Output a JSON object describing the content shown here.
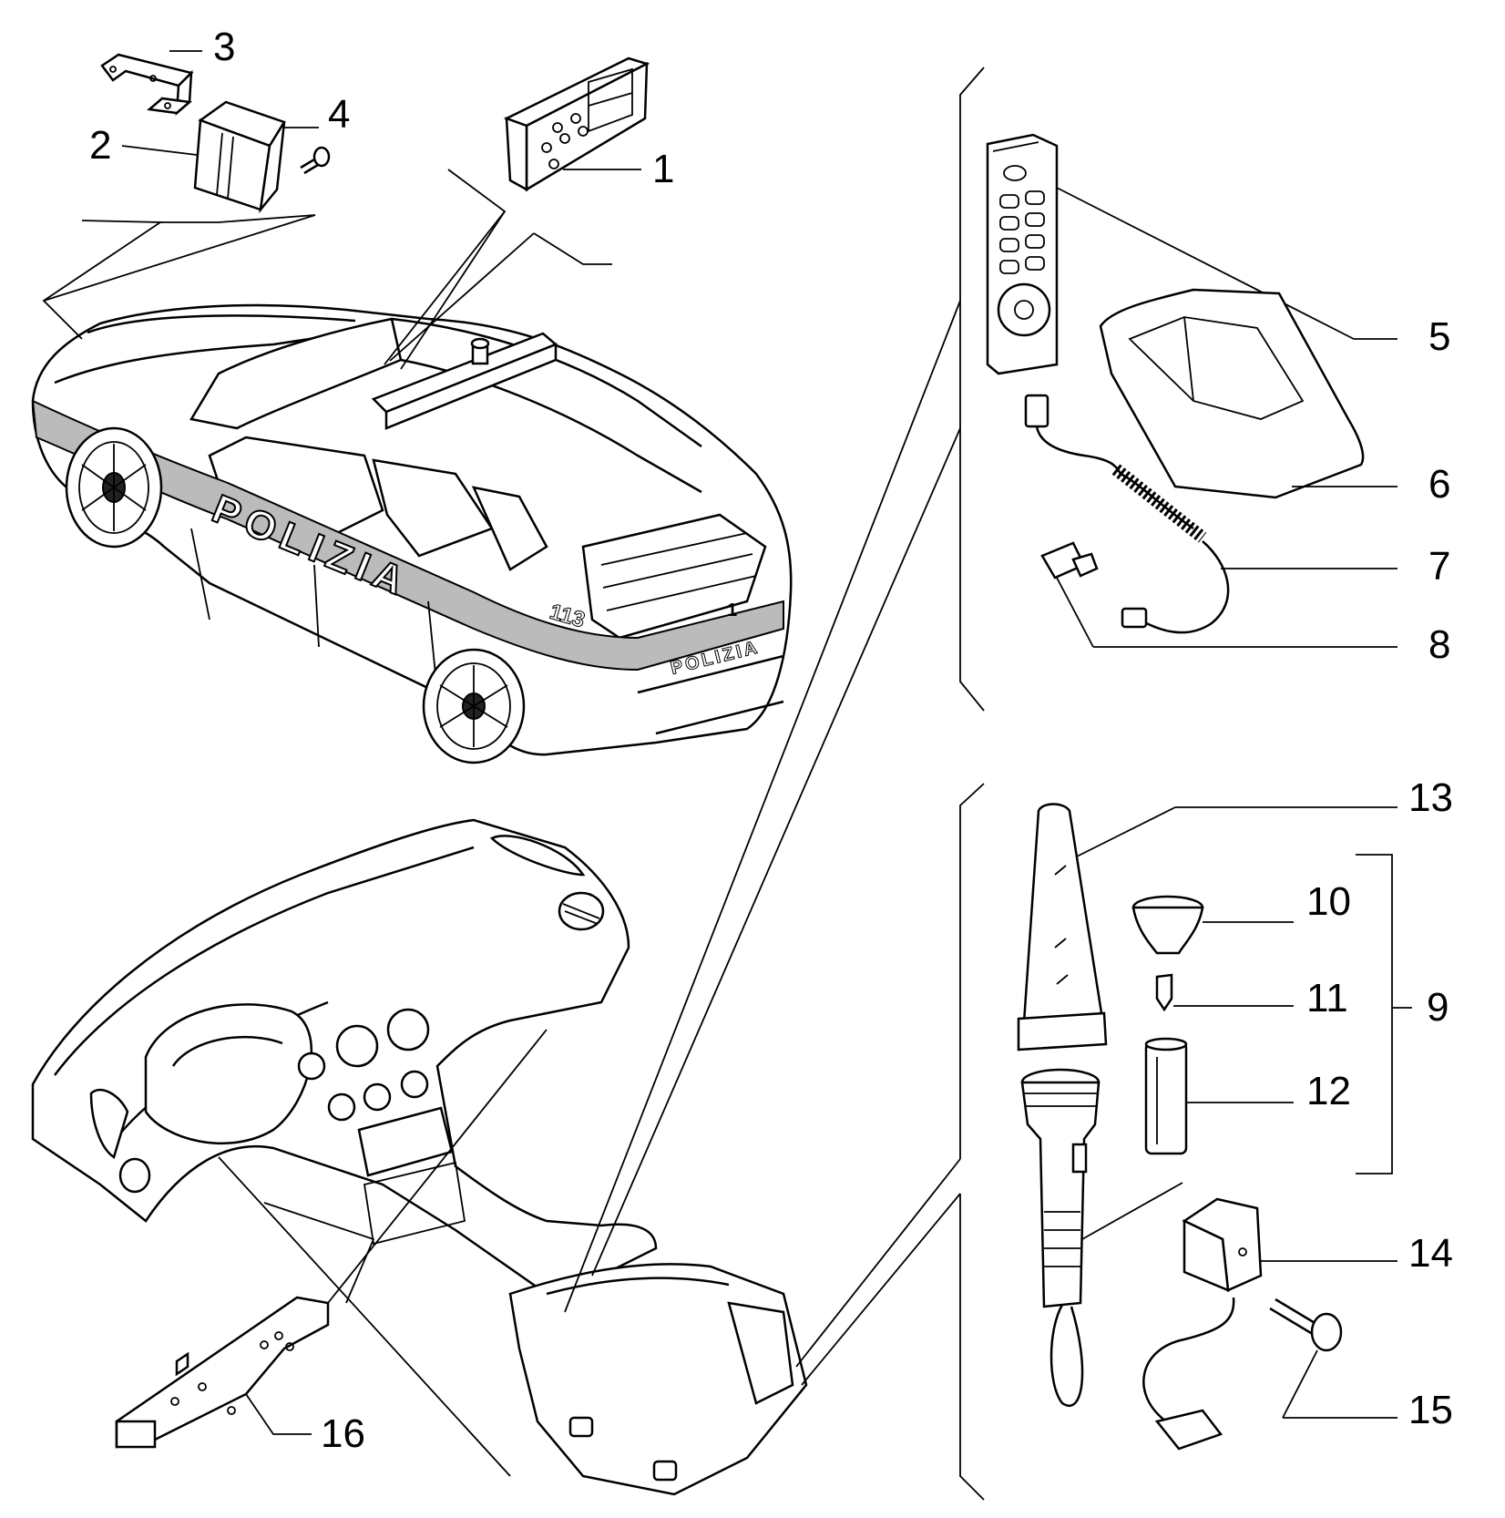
{
  "car": {
    "door_text": "POLIZIA",
    "rear_text": "POLIZIA",
    "unit_number": "113",
    "rear_badge": "1"
  },
  "callouts": [
    {
      "id": "1",
      "label": "1"
    },
    {
      "id": "2",
      "label": "2"
    },
    {
      "id": "3",
      "label": "3"
    },
    {
      "id": "4",
      "label": "4"
    },
    {
      "id": "5",
      "label": "5"
    },
    {
      "id": "6",
      "label": "6"
    },
    {
      "id": "7",
      "label": "7"
    },
    {
      "id": "8",
      "label": "8"
    },
    {
      "id": "9",
      "label": "9"
    },
    {
      "id": "10",
      "label": "10"
    },
    {
      "id": "11",
      "label": "11"
    },
    {
      "id": "12",
      "label": "12"
    },
    {
      "id": "13",
      "label": "13"
    },
    {
      "id": "14",
      "label": "14"
    },
    {
      "id": "15",
      "label": "15"
    },
    {
      "id": "16",
      "label": "16"
    }
  ]
}
